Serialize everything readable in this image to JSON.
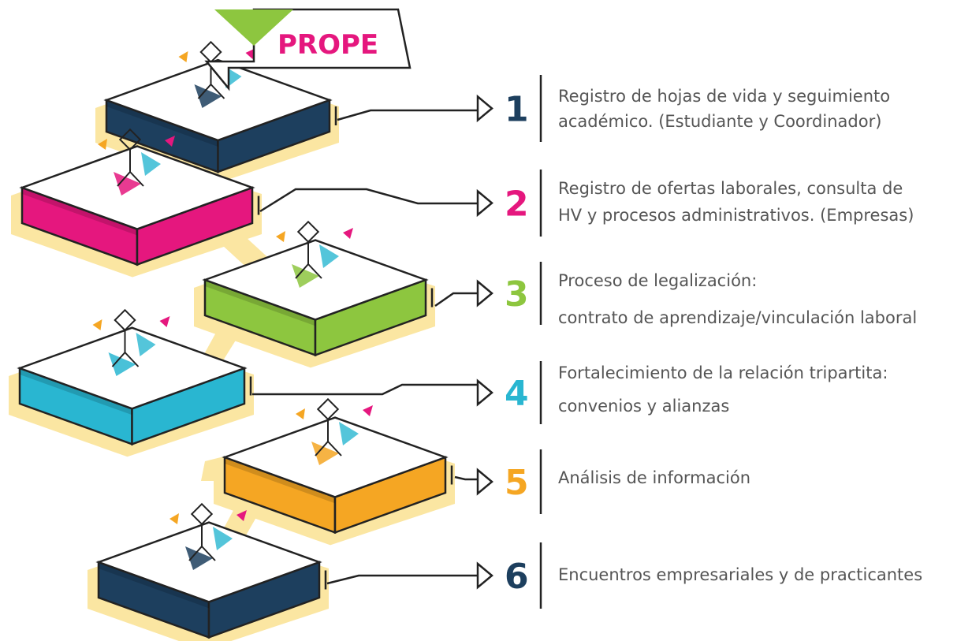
{
  "banner": {
    "title": "PROPE"
  },
  "colors": {
    "banner_text": "#e5177e",
    "banner_triangle": "#8dc63f",
    "shadow": "#fbe6a2",
    "line": "#222222",
    "text": "#555555"
  },
  "steps": [
    {
      "number": "1",
      "color": "#1d3f5e",
      "lines": [
        "Registro de hojas de vida y seguimiento",
        "académico. (Estudiante y Coordinador)"
      ]
    },
    {
      "number": "2",
      "color": "#e5177e",
      "lines": [
        "Registro de ofertas laborales, consulta de",
        "HV y procesos administrativos. (Empresas)"
      ]
    },
    {
      "number": "3",
      "color": "#8dc63f",
      "lines": [
        "Proceso de legalización:",
        "contrato de aprendizaje/vinculación laboral"
      ]
    },
    {
      "number": "4",
      "color": "#29b6d1",
      "lines": [
        "Fortalecimiento de la relación tripartita:",
        "convenios y alianzas"
      ]
    },
    {
      "number": "5",
      "color": "#f5a623",
      "lines": [
        "Análisis de información"
      ]
    },
    {
      "number": "6",
      "color": "#1d3f5e",
      "lines": [
        "Encuentros empresariales y de practicantes"
      ]
    }
  ]
}
